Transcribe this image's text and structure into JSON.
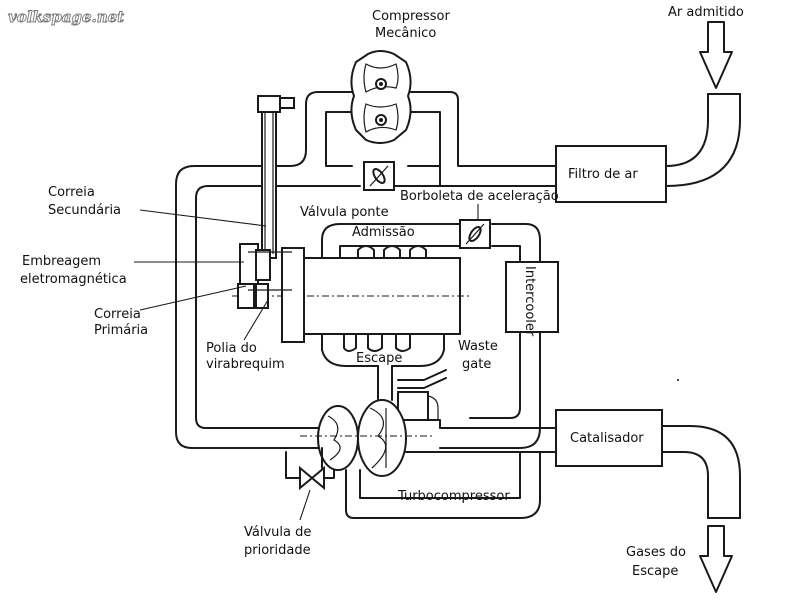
{
  "watermark": "volkspage.net",
  "labels": {
    "compressor_line1": "Compressor",
    "compressor_line2": "Mecânico",
    "air_intake": "Ar admitido",
    "air_filter": "Filtro de ar",
    "bypass_valve": "Válvula ponte",
    "throttle": "Borboleta de aceleração",
    "intake": "Admissão",
    "intercooler": "Intercooler",
    "secondary_belt_line1": "Correia",
    "secondary_belt_line2": "Secundária",
    "clutch_line1": "Embreagem",
    "clutch_line2": "eletromagnética",
    "primary_belt_line1": "Correia",
    "primary_belt_line2": "Primária",
    "crank_pulley_line1": "Polia do",
    "crank_pulley_line2": "virabrequim",
    "exhaust": "Escape",
    "wastegate_line1": "Waste",
    "wastegate_line2": "gate",
    "catalyst": "Catalisador",
    "turbo": "Turbocompressor",
    "priority_valve_line1": "Válvula de",
    "priority_valve_line2": "prioridade",
    "exhaust_gases_line1": "Gases do",
    "exhaust_gases_line2": "Escape"
  },
  "icons": {
    "valve": "butterfly-valve-icon",
    "arrow": "flow-arrow-icon"
  }
}
